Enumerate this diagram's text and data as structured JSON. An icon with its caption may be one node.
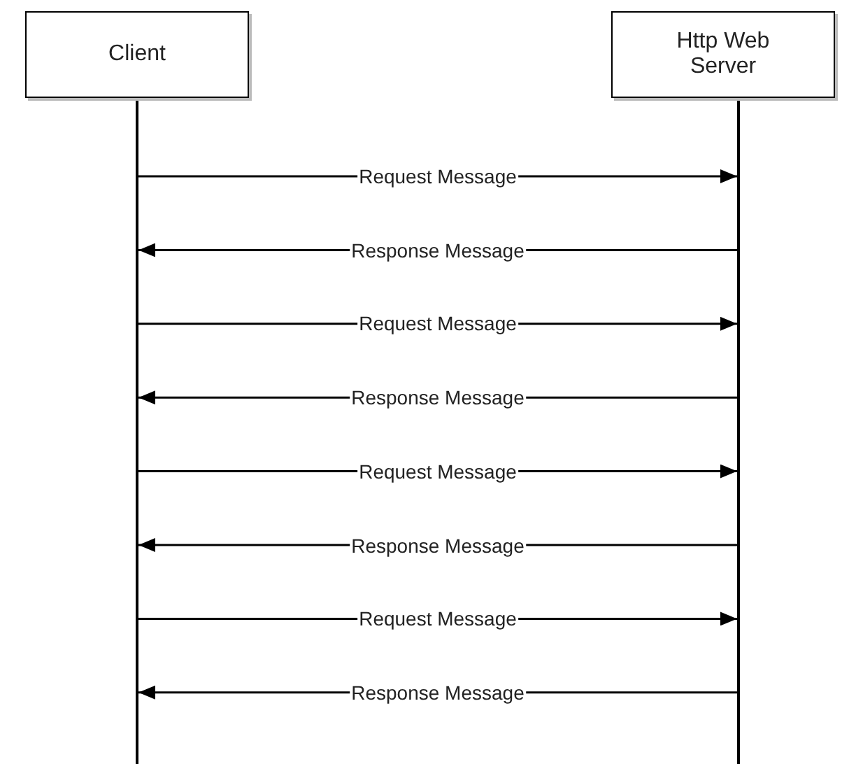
{
  "diagram": {
    "nodes": [
      {
        "text": [
          "Client"
        ]
      },
      {
        "text": [
          "Http Web Server"
        ]
      }
    ],
    "edges": [
      {
        "from": 0,
        "to": 1,
        "arrow": "to",
        "label": "Request Message"
      },
      {
        "from": 1,
        "to": 0,
        "arrow": "to",
        "label": "Response Message"
      },
      {
        "from": 0,
        "to": 1,
        "arrow": "to",
        "label": "Request Message"
      },
      {
        "from": 1,
        "to": 0,
        "arrow": "to",
        "label": "Response Message"
      },
      {
        "from": 0,
        "to": 1,
        "arrow": "to",
        "label": "Request Message"
      },
      {
        "from": 1,
        "to": 0,
        "arrow": "to",
        "label": "Response Message"
      },
      {
        "from": 0,
        "to": 1,
        "arrow": "to",
        "label": "Request Message"
      },
      {
        "from": 1,
        "to": 0,
        "arrow": "to",
        "label": "Response Message"
      }
    ]
  }
}
